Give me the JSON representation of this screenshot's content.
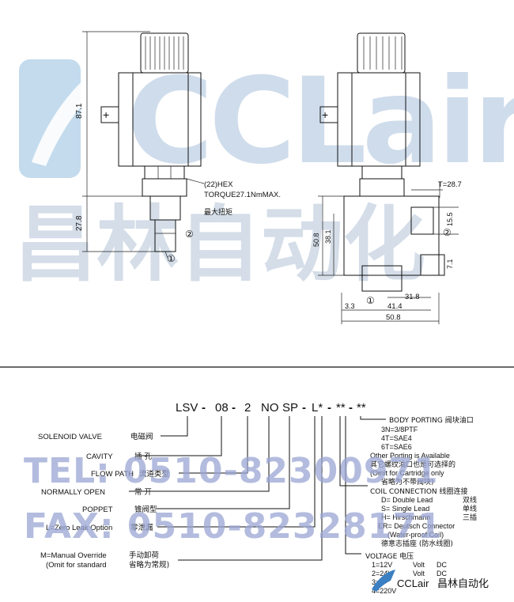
{
  "colors": {
    "watermark_blue": "#b9d5ea",
    "watermark_text": "#9aa6d4",
    "line": "#111111"
  },
  "watermark": {
    "latin": "CCLair",
    "cjk": "昌林自动化",
    "tel": "TEL: 0510-82300971",
    "fax": "FAX: 0510-82328171"
  },
  "side_view": {
    "dim_total": "87.1",
    "dim_lower": "27.8",
    "hex_label": "(22)HEX",
    "torque_label": "TORQUE27.1NmMAX.",
    "torque_cn": "最大扭矩",
    "port1": "①",
    "port2": "②"
  },
  "front_view": {
    "dim_t": "T=28.7",
    "dim_155": "15.5",
    "dim_508v": "50.8",
    "dim_381": "38.1",
    "dim_71": "7.1",
    "dim_318": "31.8",
    "dim_33": "3.3",
    "dim_414": "41.4",
    "dim_508h": "50.8",
    "port1": "①",
    "port2": "②"
  },
  "model_code": {
    "parts": [
      "LSV",
      "-",
      "08",
      "-",
      "2",
      "NO",
      "SP",
      "-",
      "L*",
      "-",
      "**",
      "-",
      "**"
    ]
  },
  "ordering_left": [
    {
      "en": "SOLENOID   VALVE",
      "cn": "电磁阀"
    },
    {
      "en": "CAVITY",
      "cn": "插  孔"
    },
    {
      "en": "FLOW PATH",
      "cn": "流道类型"
    },
    {
      "en": "NORMALLY OPEN",
      "cn": "常  开"
    },
    {
      "en": "POPPET",
      "cn": "锥阀型"
    },
    {
      "en": "L=Zero Leak Option",
      "cn": "零泄漏"
    },
    {
      "en": "M=Manual Override",
      "cn": "手动卸荷"
    },
    {
      "en": "(Omit for standard",
      "cn": "省略为常规)"
    }
  ],
  "body_porting": {
    "title": "BODY PORTING 阀块油口",
    "lines": [
      "3N=3/8PTF",
      "4T=SAE4",
      "6T=SAE6",
      "Other Porting is Available",
      "其它螺纹油口也是可选择的",
      "(Omit for Cartridge only",
      "省略为不带阀块)"
    ]
  },
  "coil_connection": {
    "title": "COIL CONNECTION   线圈连接",
    "lines": [
      {
        "en": "D= Double Lead",
        "cn": "双线"
      },
      {
        "en": "S= Single Lead",
        "cn": "单线"
      },
      {
        "en": "H= Hirschmann",
        "cn": "三插"
      },
      {
        "en": "ER= Deutsch Connector",
        "cn": ""
      },
      {
        "en": "(Water-proof Coil)",
        "cn": ""
      },
      {
        "en": "德意志插座 (防水线圈)",
        "cn": ""
      }
    ]
  },
  "voltage": {
    "title": "VOLTAGE    电压",
    "lines": [
      {
        "v": "1=12V",
        "u": "Volt",
        "t": "DC"
      },
      {
        "v": "2=24V",
        "u": "Volt",
        "t": "DC"
      },
      {
        "v": "3=",
        "u": "",
        "t": ""
      },
      {
        "v": "4=220V",
        "u": "",
        "t": ""
      }
    ]
  },
  "brand_footer": {
    "latin": "CCLair",
    "cjk": "昌林自动化"
  }
}
